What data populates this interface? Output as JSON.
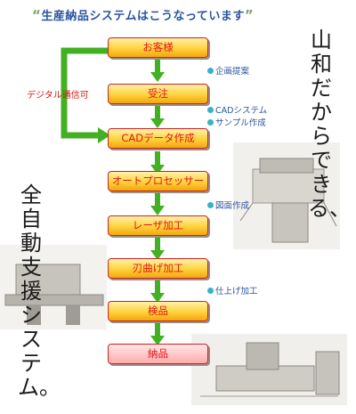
{
  "title": "生産納品システムはこうなっています",
  "title_quote_open": "“",
  "title_quote_close": "”",
  "steps": [
    "お客様",
    "受注",
    "CADデータ作成",
    "オートプロセッサー",
    "レーザ加工",
    "刃曲げ加工",
    "検品",
    "納品"
  ],
  "notes": [
    "企画提案",
    "CADシステム",
    "サンプル作成",
    "図面作成",
    "仕上げ加工"
  ],
  "side_label": "デジタル通信可",
  "right_vertical": "山和だからできる、",
  "left_vertical": "全自動支援システム。",
  "colors": {
    "arrow_green": "#43b023",
    "box_border": "#cc2222",
    "box_text": "#e11414",
    "note_blue": "#2a55a0",
    "bullet": "#39b2c7"
  }
}
